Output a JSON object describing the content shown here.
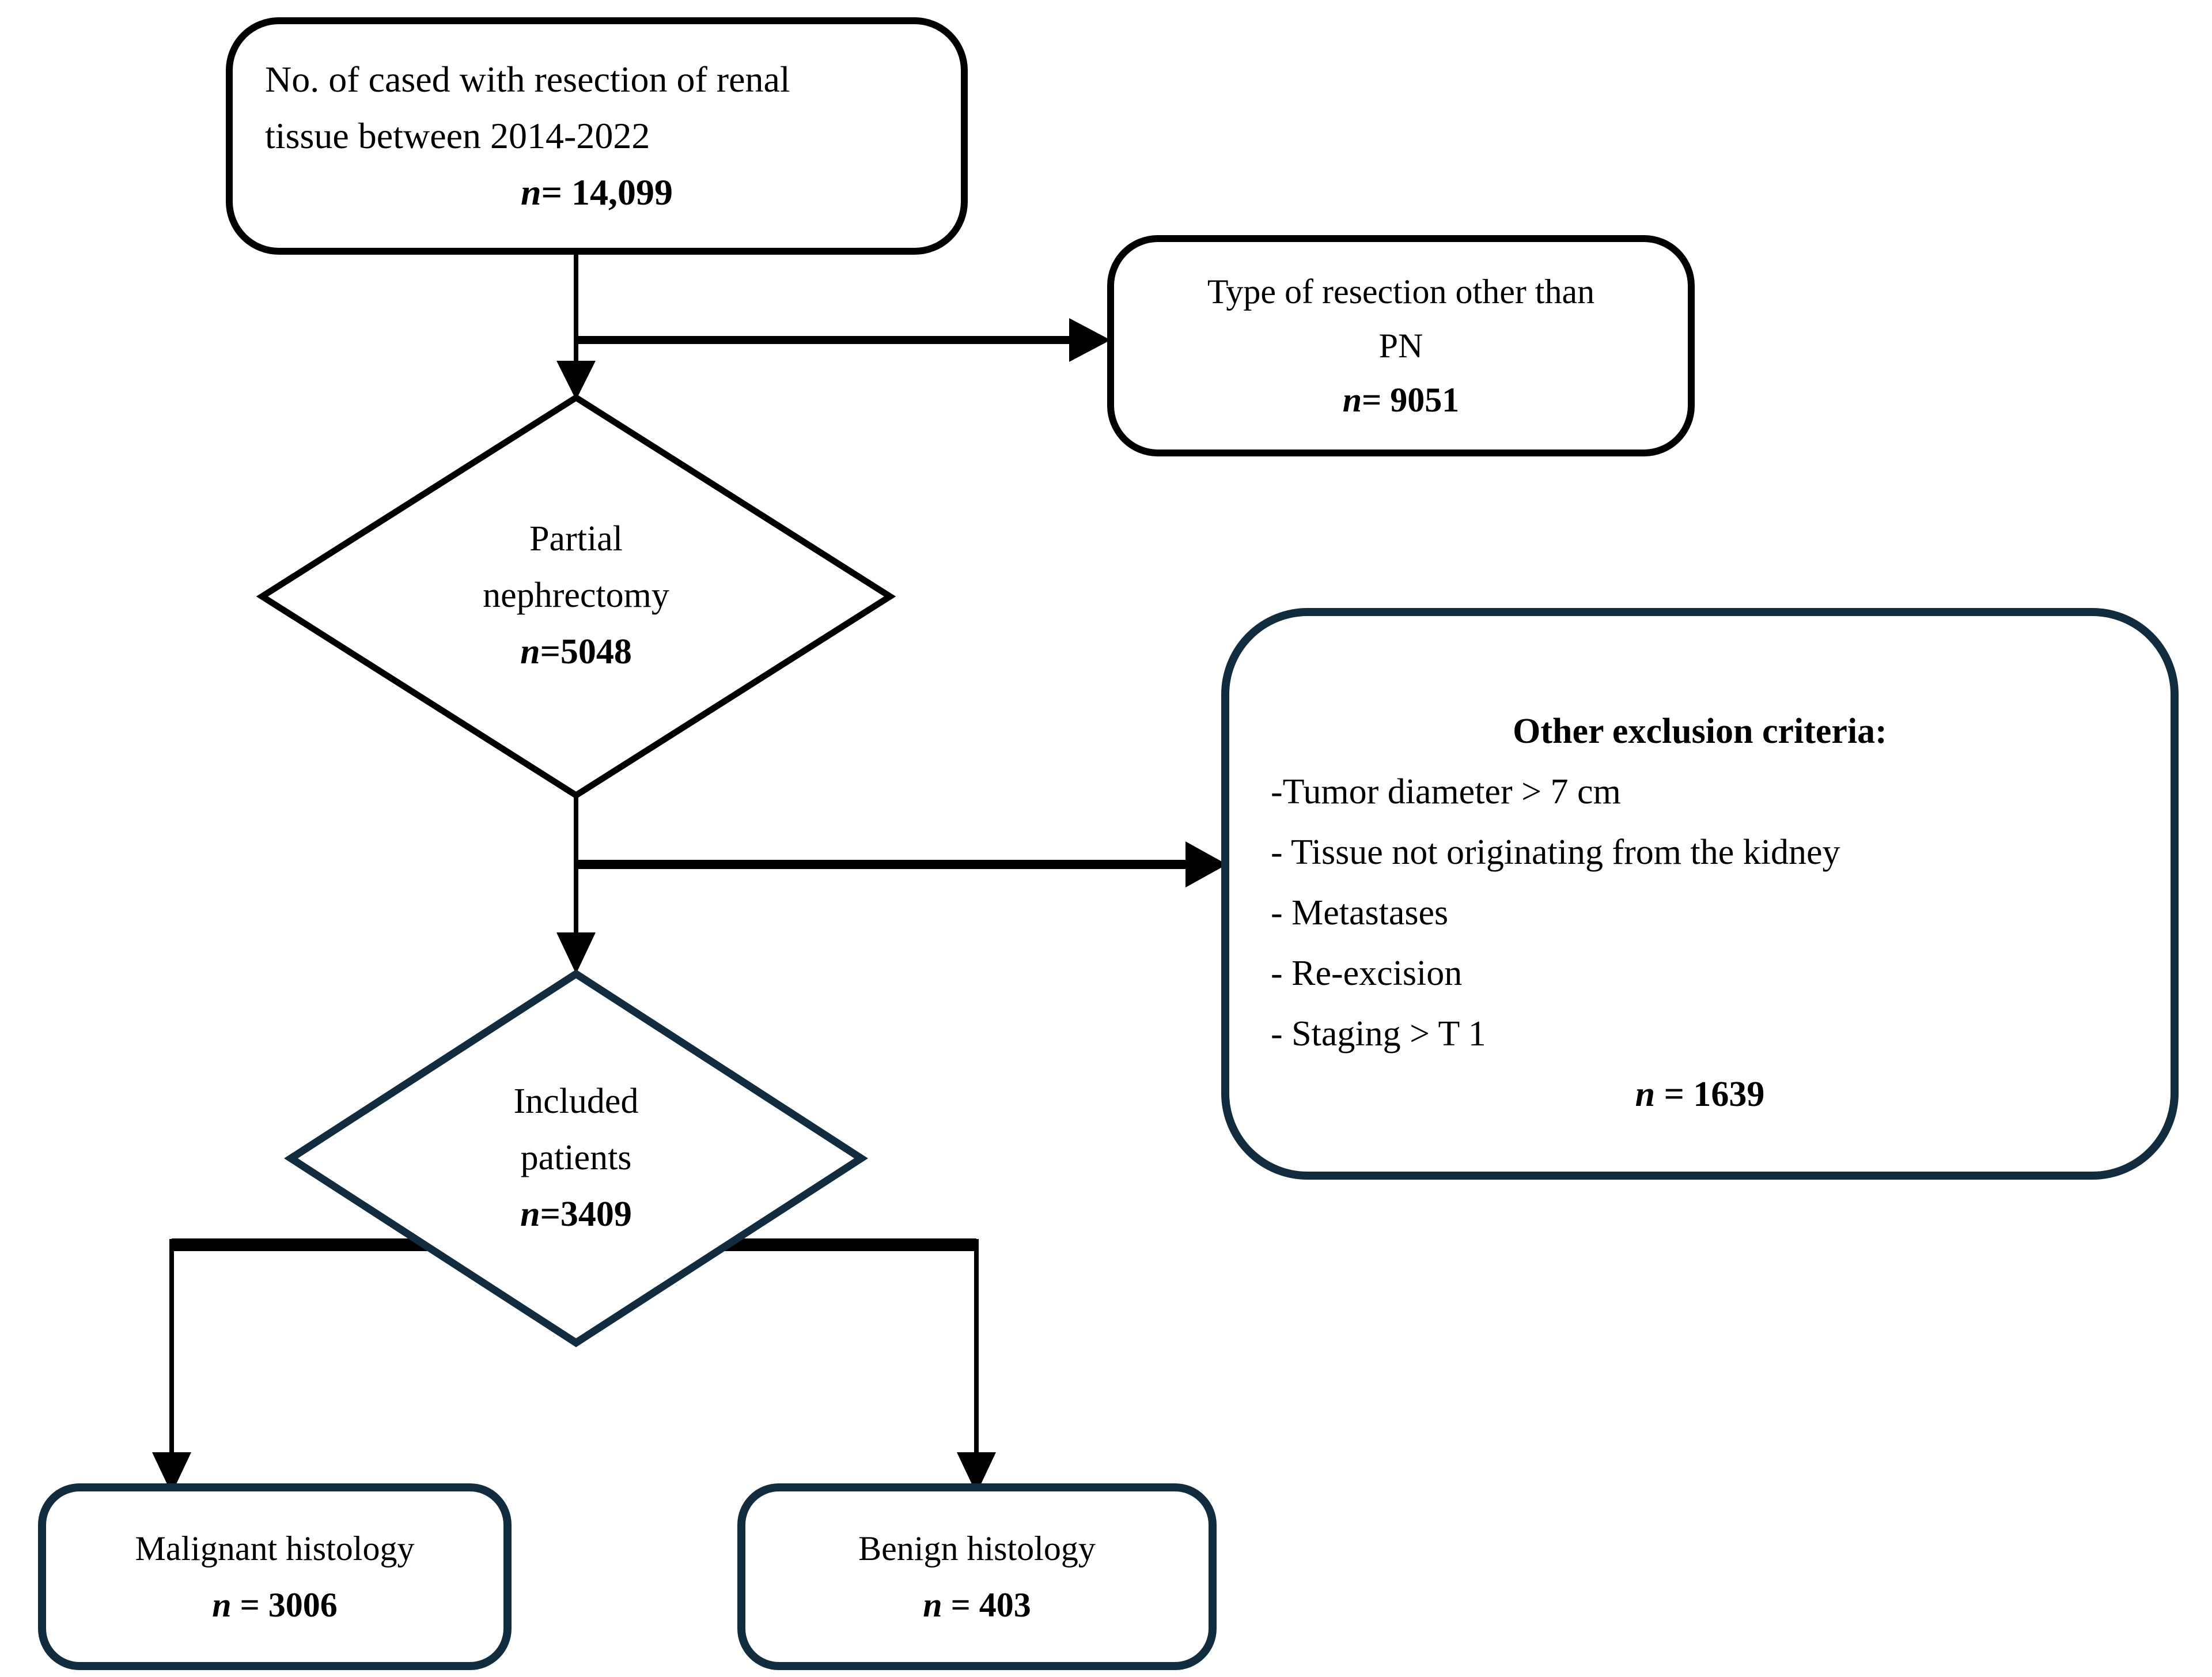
{
  "colors": {
    "line": "#000000",
    "accent": "#112c3e"
  },
  "top_box": {
    "line1": "No. of cased with resection of renal",
    "line2": "tissue between 2014-2022",
    "n": "n",
    "n_value": "= 14,099"
  },
  "pn_box": {
    "line1": "Type of resection other than",
    "line2": "PN",
    "n": "n",
    "n_value": "= 9051"
  },
  "diamond_partial": {
    "line1": "Partial",
    "line2": "nephrectomy",
    "n": "n",
    "n_value": "=5048"
  },
  "exclusion_box": {
    "title": "Other exclusion criteria:",
    "items": [
      "-Tumor diameter > 7 cm",
      "- Tissue not originating from the kidney",
      "- Metastases",
      "- Re-excision",
      "- Staging > T 1"
    ],
    "n": "n",
    "n_value": " = 1639"
  },
  "diamond_included": {
    "line1": "Included",
    "line2": "patients",
    "n": "n",
    "n_value": "=3409"
  },
  "malignant_box": {
    "label": "Malignant histology",
    "n": "n",
    "n_value": " = 3006"
  },
  "benign_box": {
    "label": "Benign histology",
    "n": "n",
    "n_value": " = 403"
  }
}
